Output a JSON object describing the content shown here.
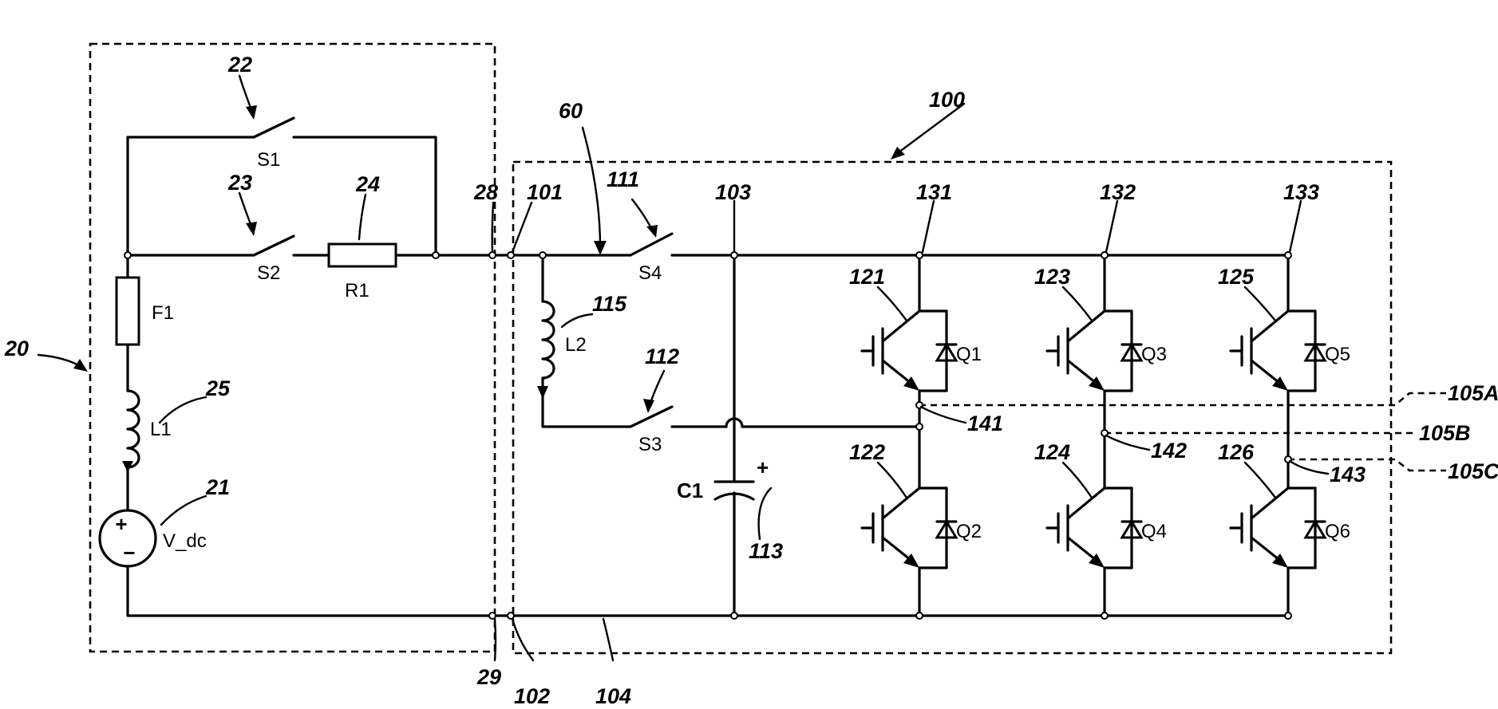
{
  "refs": {
    "r20": "20",
    "r21": "21",
    "r22": "22",
    "r23": "23",
    "r24": "24",
    "r25": "25",
    "r28": "28",
    "r29": "29",
    "r60": "60",
    "r100": "100",
    "r101": "101",
    "r102": "102",
    "r103": "103",
    "r104": "104",
    "r111": "111",
    "r112": "112",
    "r113": "113",
    "r115": "115",
    "r121": "121",
    "r122": "122",
    "r123": "123",
    "r124": "124",
    "r125": "125",
    "r126": "126",
    "r131": "131",
    "r132": "132",
    "r133": "133",
    "r141": "141",
    "r142": "142",
    "r143": "143",
    "r105a": "105A",
    "r105b": "105B",
    "r105c": "105C"
  },
  "components": {
    "s1": "S1",
    "s2": "S2",
    "s3": "S3",
    "s4": "S4",
    "r1": "R1",
    "f1": "F1",
    "l1": "L1",
    "l2": "L2",
    "c1": "C1",
    "vdc": "V_dc",
    "q1": "Q1",
    "q2": "Q2",
    "q3": "Q3",
    "q4": "Q4",
    "q5": "Q5",
    "q6": "Q6",
    "plus": "+",
    "minus": "−",
    "cap_plus": "+"
  }
}
